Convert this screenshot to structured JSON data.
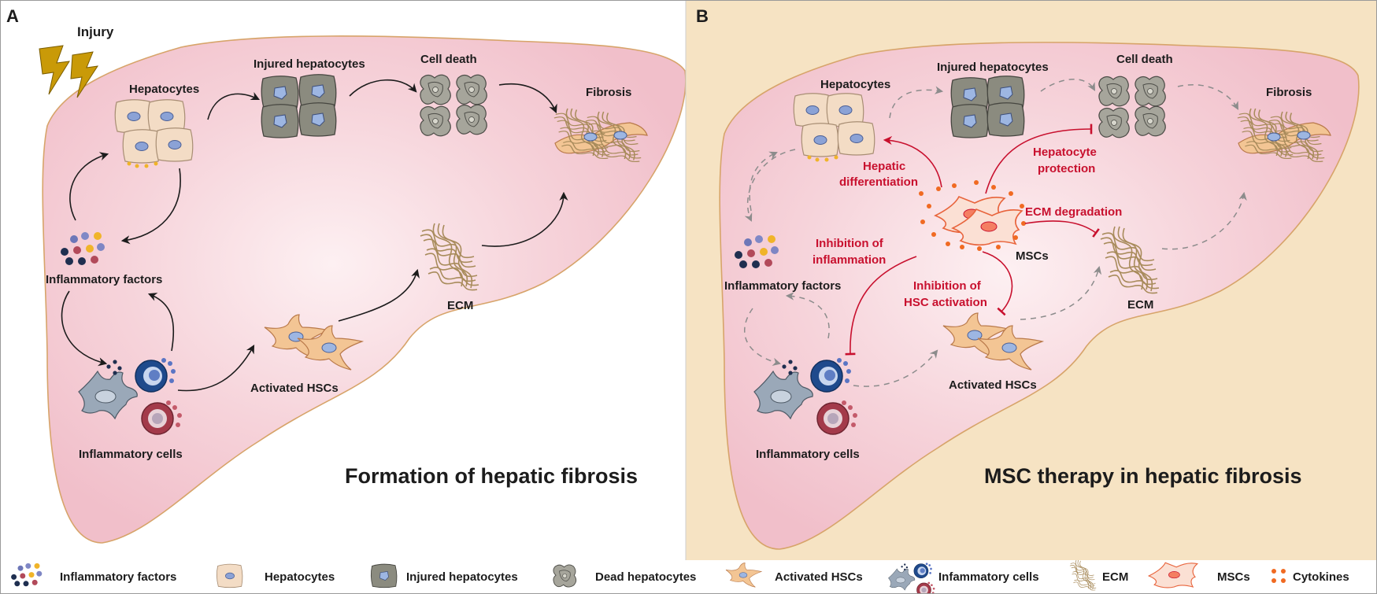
{
  "panels": {
    "a": {
      "letter": "A",
      "title": "Formation of hepatic fibrosis",
      "injury": "Injury",
      "labels": {
        "hepatocytes": "Hepatocytes",
        "injured_hepatocytes": "Injured hepatocytes",
        "cell_death": "Cell death",
        "fibrosis": "Fibrosis",
        "inflammatory_factors": "Inflammatory factors",
        "activated_hscs": "Activated HSCs",
        "ecm": "ECM",
        "inflammatory_cells": "Inflammatory cells"
      }
    },
    "b": {
      "letter": "B",
      "title": "MSC therapy in hepatic fibrosis",
      "labels": {
        "hepatocytes": "Hepatocytes",
        "injured_hepatocytes": "Injured hepatocytes",
        "cell_death": "Cell death",
        "fibrosis": "Fibrosis",
        "inflammatory_factors": "Inflammatory factors",
        "activated_hscs": "Activated HSCs",
        "ecm": "ECM",
        "inflammatory_cells": "Inflammatory cells",
        "mscs": "MSCs"
      },
      "effects": {
        "hepatic_differentiation": [
          "Hepatic",
          "differentiation"
        ],
        "hepatocyte_protection": [
          "Hepatocyte",
          "protection"
        ],
        "ecm_degradation": "ECM degradation",
        "inhibition_inflammation": [
          "Inhibition of",
          "inflammation"
        ],
        "inhibition_hsc": [
          "Inhibition of",
          "HSC activation"
        ]
      }
    }
  },
  "legend": [
    {
      "icon": "inflammatory-factors-icon",
      "label": "Inflammatory factors"
    },
    {
      "icon": "hepatocyte-icon",
      "label": "Hepatocytes"
    },
    {
      "icon": "injured-hepatocyte-icon",
      "label": "Injured hepatocytes"
    },
    {
      "icon": "dead-hepatocyte-icon",
      "label": "Dead hepatocytes"
    },
    {
      "icon": "activated-hsc-icon",
      "label": "Activated HSCs"
    },
    {
      "icon": "inflammatory-cell-icon",
      "label": "Infammatory cells"
    },
    {
      "icon": "ecm-icon",
      "label": "ECM"
    },
    {
      "icon": "msc-icon",
      "label": "MSCs"
    },
    {
      "icon": "cytokines-icon",
      "label": "Cytokines"
    }
  ],
  "colors": {
    "liver_fill": "#f3c6cf",
    "liver_edge": "#d7a46a",
    "panel_b_bg": "#f6e3c3",
    "effect_red": "#c8102e",
    "arrow_gray": "#8c8c8c"
  }
}
